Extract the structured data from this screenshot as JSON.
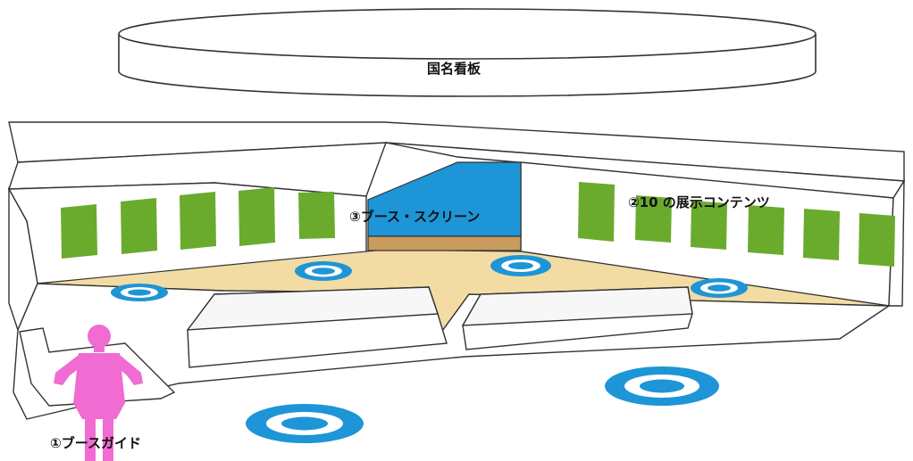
{
  "signboard": {
    "label": "国名看板"
  },
  "screen": {
    "label": "③ブース・スクリーン",
    "color": "#1e95d6",
    "stand_color": "#c89b5e"
  },
  "exhibits": {
    "label": "②10 の展示コンテンツ",
    "color": "#6aab2e"
  },
  "guide": {
    "label": "①ブースガイド",
    "color": "#f06bd2"
  },
  "floor": {
    "color": "#f3dca4"
  },
  "markers": {
    "color": "#1e95d6"
  }
}
